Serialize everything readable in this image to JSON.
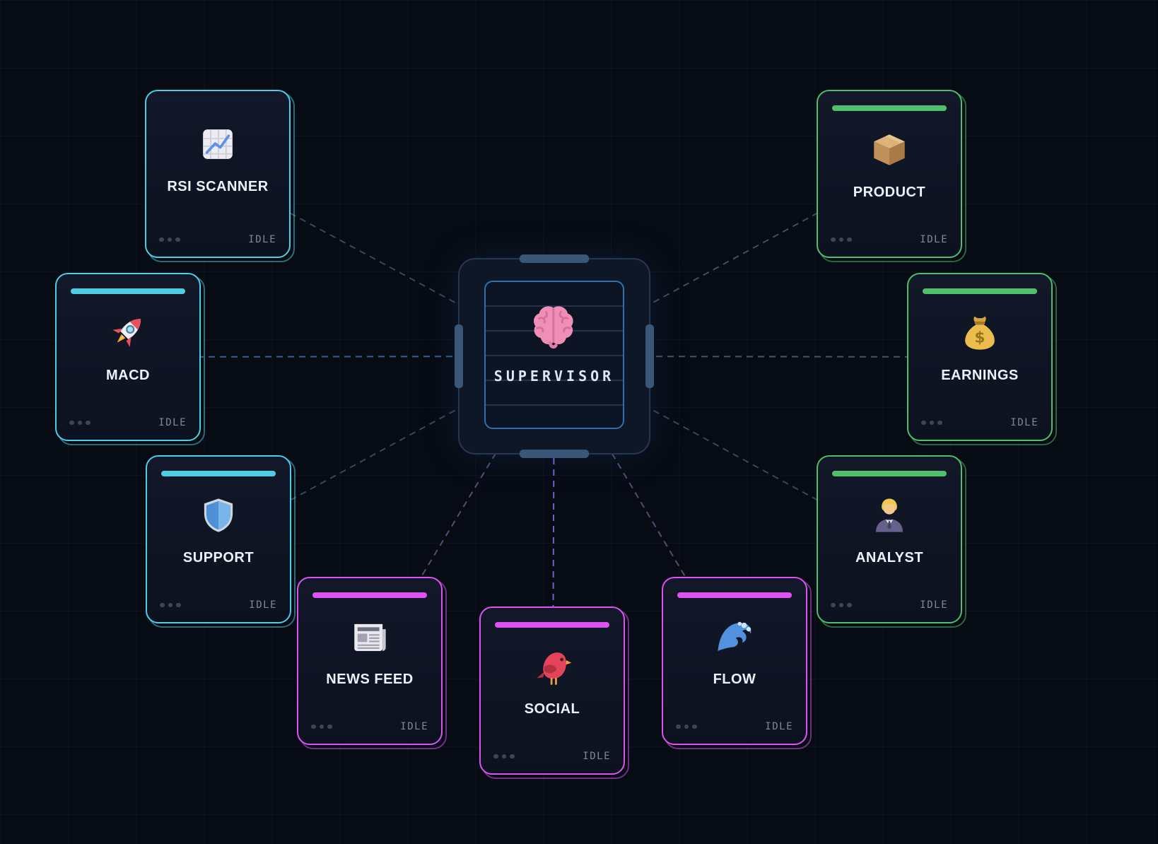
{
  "supervisor": {
    "label": "SUPERVISOR",
    "icon": "brain-icon"
  },
  "agents": [
    {
      "id": "rsi-scanner",
      "label": "RSI SCANNER",
      "status": "IDLE",
      "icon": "chart-increasing-icon",
      "accent_color": "#4ecde3",
      "has_top_bar": false
    },
    {
      "id": "macd",
      "label": "MACD",
      "status": "IDLE",
      "icon": "rocket-icon",
      "accent_color": "#4ecde3",
      "has_top_bar": true
    },
    {
      "id": "support",
      "label": "SUPPORT",
      "status": "IDLE",
      "icon": "shield-icon",
      "accent_color": "#4ecde3",
      "has_top_bar": true
    },
    {
      "id": "product",
      "label": "PRODUCT",
      "status": "IDLE",
      "icon": "package-icon",
      "accent_color": "#4fbf6b",
      "has_top_bar": true
    },
    {
      "id": "earnings",
      "label": "EARNINGS",
      "status": "IDLE",
      "icon": "money-bag-icon",
      "accent_color": "#4fbf6b",
      "has_top_bar": true
    },
    {
      "id": "analyst",
      "label": "ANALYST",
      "status": "IDLE",
      "icon": "office-worker-icon",
      "accent_color": "#4fbf6b",
      "has_top_bar": true
    },
    {
      "id": "news-feed",
      "label": "NEWS FEED",
      "status": "IDLE",
      "icon": "newspaper-icon",
      "accent_color": "#dd52f0",
      "has_top_bar": true
    },
    {
      "id": "social",
      "label": "SOCIAL",
      "status": "IDLE",
      "icon": "bird-icon",
      "accent_color": "#dd52f0",
      "has_top_bar": true
    },
    {
      "id": "flow",
      "label": "FLOW",
      "status": "IDLE",
      "icon": "wave-icon",
      "accent_color": "#dd52f0",
      "has_top_bar": true
    }
  ],
  "connections": [
    {
      "from": "supervisor",
      "to": "rsi-scanner",
      "color": "#39465c"
    },
    {
      "from": "supervisor",
      "to": "macd",
      "color": "#3c5e8a"
    },
    {
      "from": "supervisor",
      "to": "support",
      "color": "#39465c"
    },
    {
      "from": "supervisor",
      "to": "product",
      "color": "#3d4f66"
    },
    {
      "from": "supervisor",
      "to": "earnings",
      "color": "#46546a"
    },
    {
      "from": "supervisor",
      "to": "analyst",
      "color": "#39465c"
    },
    {
      "from": "supervisor",
      "to": "news-feed",
      "color": "#584a74"
    },
    {
      "from": "supervisor",
      "to": "social",
      "color": "#7b5cd6"
    },
    {
      "from": "supervisor",
      "to": "flow",
      "color": "#584a74"
    }
  ],
  "palette": {
    "background": "#070b14",
    "card_background": "#101625",
    "cyan_accent": "#4ecde3",
    "green_accent": "#4fbf6b",
    "magenta_accent": "#dd52f0",
    "supervisor_screen_border": "#2f6fb0",
    "supervisor_body": "#0f1727",
    "idle_text": "#7e8899"
  }
}
